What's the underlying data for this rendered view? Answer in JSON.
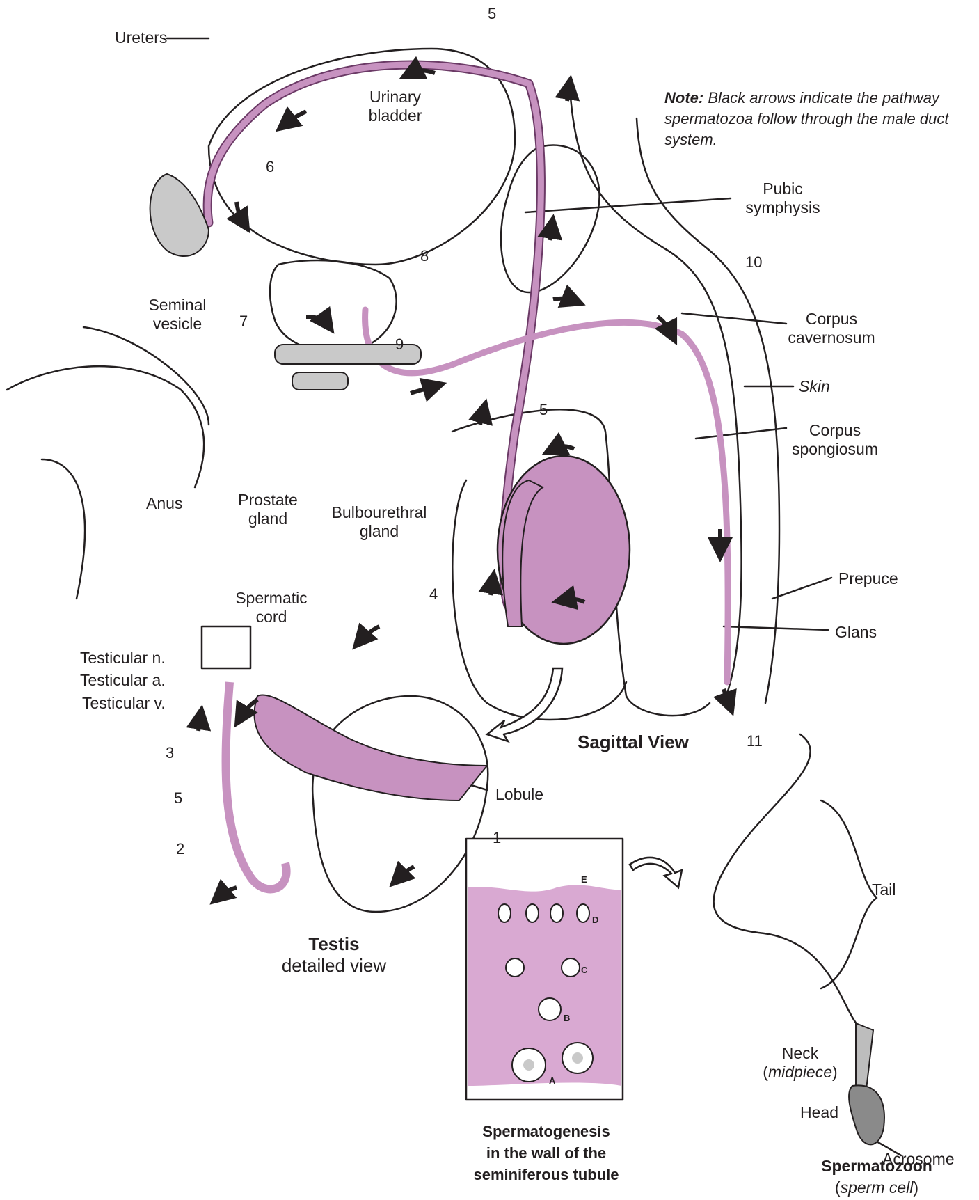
{
  "labels": {
    "ureters": "Ureters",
    "urinary_bladder": [
      "Urinary",
      "bladder"
    ],
    "pubic_symphysis": [
      "Pubic",
      "symphysis"
    ],
    "seminal_vesicle": [
      "Seminal",
      "vesicle"
    ],
    "corpus_cavernosum": [
      "Corpus",
      "cavernosum"
    ],
    "skin": "Skin",
    "corpus_spongiosum": [
      "Corpus",
      "spongiosum"
    ],
    "anus": "Anus",
    "prostate_gland": [
      "Prostate",
      "gland"
    ],
    "bulbourethral_gland": [
      "Bulbourethral",
      "gland"
    ],
    "prepuce": "Prepuce",
    "glans": "Glans",
    "spermatic_cord": [
      "Spermatic",
      "cord"
    ],
    "testicular_n": "Testicular n.",
    "testicular_a": "Testicular a.",
    "testicular_v": "Testicular v.",
    "lobule": "Lobule",
    "tail": "Tail",
    "neck": "Neck",
    "midpiece": "midpiece",
    "head": "Head",
    "acrosome": "Acrosome"
  },
  "numbers": {
    "n5_top": "5",
    "n6": "6",
    "n8": "8",
    "n7": "7",
    "n9": "9",
    "n10": "10",
    "n5_mid": "5",
    "n4": "4",
    "n11": "11",
    "n3": "3",
    "n5_left": "5",
    "n2": "2",
    "n1": "1"
  },
  "stage_letters": {
    "a": "A",
    "b": "B",
    "c": "C",
    "d": "D",
    "e": "E"
  },
  "note": {
    "prefix": "Note:",
    "text": "Black arrows indicate the pathway spermatozoa follow through the male duct system."
  },
  "titles": {
    "sagittal": "Sagittal View",
    "testis": "Testis",
    "testis_sub": "detailed view",
    "spermatogenesis": [
      "Spermatogenesis",
      "in the wall of the",
      "seminiferous tubule"
    ],
    "spermatozoon": "Spermatozoon",
    "spermatozoon_sub": "sperm cell"
  },
  "colors": {
    "duct": "#c792c0",
    "duct_stroke": "#6b3a66",
    "gland_gray": "#c9c9c9",
    "ink": "#231f20"
  }
}
